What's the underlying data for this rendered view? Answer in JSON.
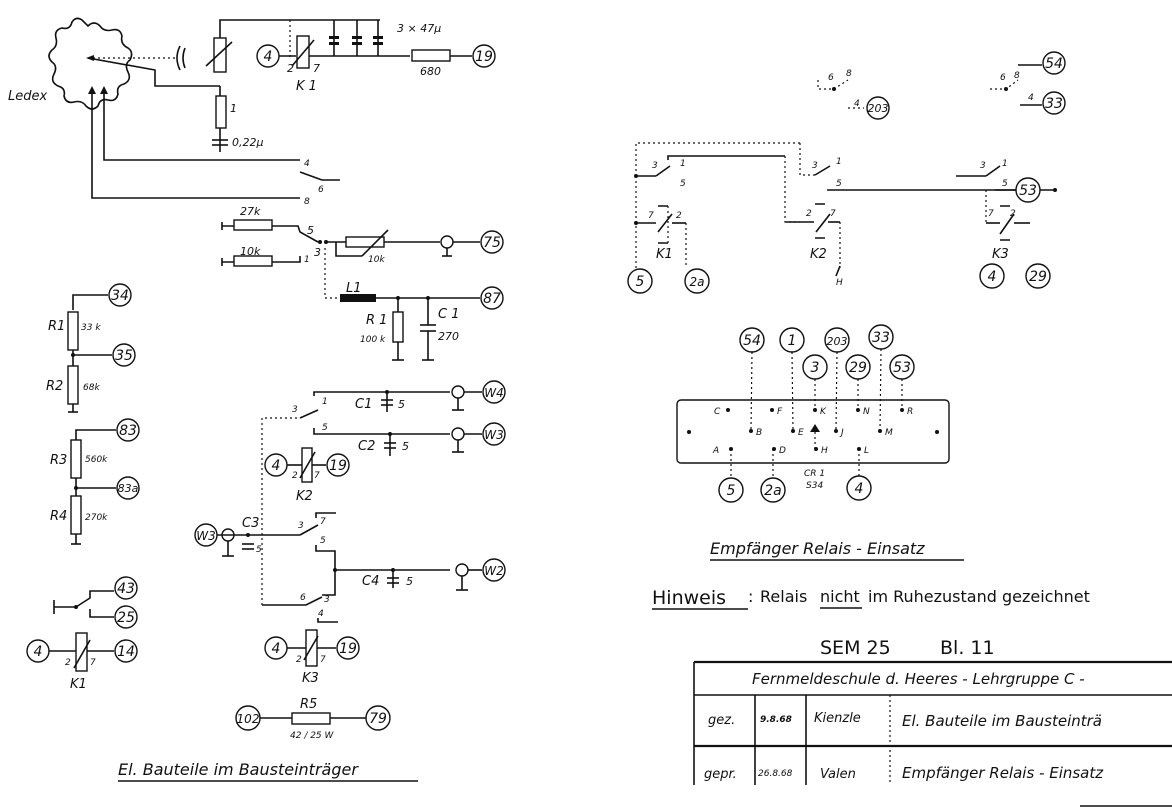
{
  "left_section": {
    "ledex_label": "Ledex",
    "top_circuit": {
      "cap_bank_label": "3 × 47µ",
      "resistor_680_label": "680",
      "relay_label": "K 1",
      "relay_pin_left": "2",
      "relay_pin_right": "7",
      "res_1_label": "1",
      "cap_label": "0,22µ",
      "switch_pins": [
        "4",
        "6",
        "8"
      ],
      "terminals": [
        "4",
        "19"
      ]
    },
    "selector": {
      "r27k": "27k",
      "r10k": "10k",
      "pins": [
        "5",
        "3",
        "1"
      ],
      "pot_label": "10k",
      "terminal_75": "75",
      "l1": "L1",
      "r1": "R 1",
      "r1_val": "100 k",
      "c1": "C 1",
      "c1_val": "270",
      "terminal_87": "87"
    },
    "divider1": {
      "r1": "R1",
      "r1_val": "33 k",
      "r2": "R2",
      "r2_val": "68k",
      "t_top": "34",
      "t_mid": "35"
    },
    "divider2": {
      "r3": "R3",
      "r3_val": "560k",
      "r4": "R4",
      "r4_val": "270k",
      "t_top": "83",
      "t_mid": "83a"
    },
    "k1_block": {
      "t43": "43",
      "t25": "25",
      "t4": "4",
      "t14": "14",
      "pin2": "2",
      "pin7": "7",
      "label": "K1"
    },
    "coax": {
      "w4": "W4",
      "w3a": "W3",
      "w3b": "W3",
      "w2": "W2",
      "c1": "C1",
      "c2": "C2",
      "c3": "C3",
      "c4": "C4",
      "cval": "5",
      "k2_label": "K2",
      "k2_t4": "4",
      "k2_t19": "19",
      "pin2": "2",
      "pin7": "7",
      "sw_pins_top": [
        "3",
        "1",
        "5"
      ],
      "sw_pins_mid": [
        "3",
        "7",
        "5"
      ],
      "sw_pins_bot": [
        "6",
        "3",
        "4"
      ]
    },
    "k3_block": {
      "t4": "4",
      "t19": "19",
      "pin2": "2",
      "pin7": "7",
      "label": "K3"
    },
    "r5_block": {
      "label": "R5",
      "value": "42 / 25 W",
      "t_left": "102",
      "t_right": "79"
    },
    "section_title": "El. Bauteile im Bausteinträger"
  },
  "right_section": {
    "top_contacts": [
      {
        "pins": [
          "6",
          "8",
          "4"
        ],
        "terminal": "203"
      },
      {
        "pins": [
          "6",
          "8",
          "4"
        ],
        "terminals": [
          "54",
          "33"
        ]
      }
    ],
    "relays": [
      {
        "label": "K1",
        "pins": [
          "3",
          "1",
          "5",
          "7",
          "2"
        ],
        "terminals": [
          "5",
          "2a"
        ]
      },
      {
        "label": "K2",
        "pins": [
          "3",
          "1",
          "5",
          "2",
          "7"
        ],
        "extra": "H"
      },
      {
        "label": "K3",
        "pins": [
          "3",
          "1",
          "5",
          "7",
          "2"
        ],
        "terminals": [
          "4",
          "29",
          "53"
        ]
      }
    ],
    "connector": {
      "top_terminals": [
        "54",
        "1",
        "3",
        "203",
        "29",
        "33",
        "53"
      ],
      "row1": [
        "C",
        "F",
        "K",
        "N",
        "R"
      ],
      "row2": [
        "B",
        "E",
        "J",
        "M"
      ],
      "row3": [
        "A",
        "D",
        "H",
        "L"
      ],
      "diode_label": "CR 1",
      "diode_type": "S34",
      "bottom_terminals": [
        "5",
        "2a",
        "4"
      ]
    },
    "section_title": "Empfänger Relais - Einsatz",
    "note_label": "Hinweis",
    "note_colon": ":",
    "note_text_a": "Relais",
    "note_text_b": "nicht",
    "note_text_c": "im Ruhezustand gezeichnet"
  },
  "title_block": {
    "sheet_id": "SEM 25",
    "sheet_no": "Bl. 11",
    "org": "Fernmeldeschule d. Heeres  - Lehrgruppe C -",
    "row1": {
      "role": "gez.",
      "date": "9.8.68",
      "sign": "Kienzle",
      "desc": "El. Bauteile im Bausteinträ"
    },
    "row2": {
      "role": "gepr.",
      "date": "26.8.68",
      "sign": "Valen",
      "desc": "Empfänger  Relais - Einsatz"
    }
  }
}
